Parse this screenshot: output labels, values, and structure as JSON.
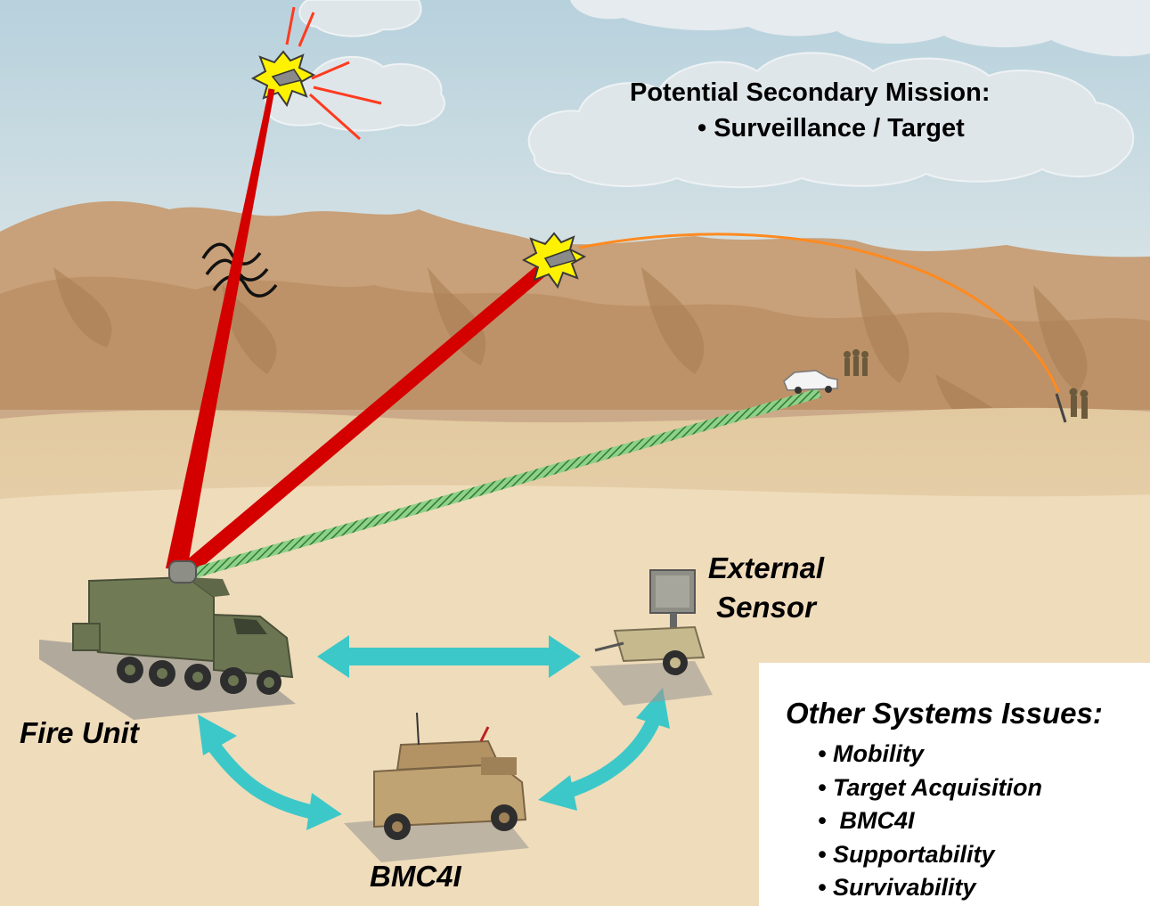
{
  "secondary_mission": {
    "title": "Potential Secondary Mission:",
    "item": "• Surveillance / Target"
  },
  "nodes": {
    "external_sensor_line1": "External",
    "external_sensor_line2": "Sensor",
    "fire_unit": "Fire Unit",
    "bmc4i": "BMC4I"
  },
  "other_issues": {
    "title": "Other Systems Issues:",
    "items": [
      "Mobility",
      "Target Acquisition",
      " BMC4I",
      "Supportability",
      "Survivability"
    ]
  },
  "colors": {
    "sky": "#c5dbe4",
    "desert": "#ecd8b4",
    "hills": "#c99f74",
    "laser_beam": "#d40000",
    "ballistic_arc": "#ff8a1f",
    "sensor_link": "#4aa14a",
    "comm_arrow": "#3cc8c8"
  }
}
